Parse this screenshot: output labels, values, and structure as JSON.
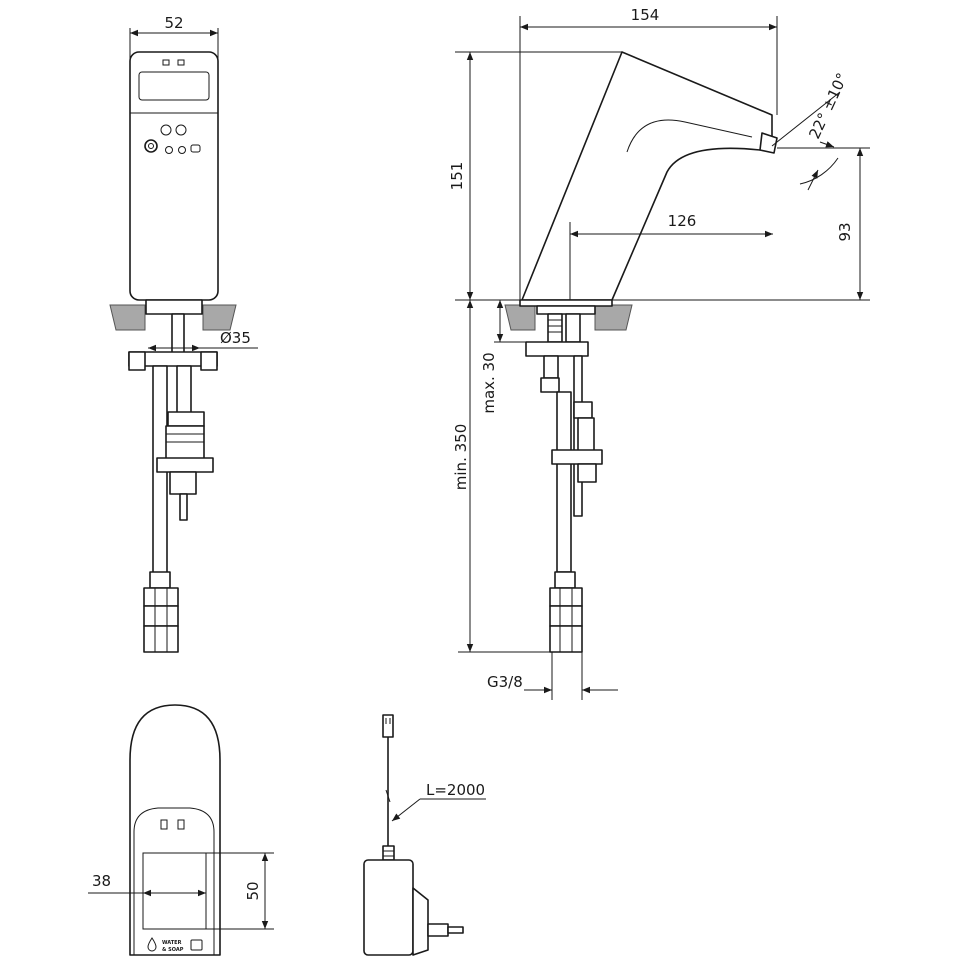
{
  "dimensions": {
    "width_52": "52",
    "width_154": "154",
    "height_151": "151",
    "reach_126": "126",
    "height_93": "93",
    "angle": "22° ±10°",
    "diameter_35": "Ø35",
    "max_30": "max. 30",
    "min_350": "min. 350",
    "thread": "G3/8",
    "cable_length": "L=2000",
    "width_38": "38",
    "height_50": "50"
  },
  "panel_label": {
    "line1": "WATER",
    "line2": "& SOAP"
  }
}
